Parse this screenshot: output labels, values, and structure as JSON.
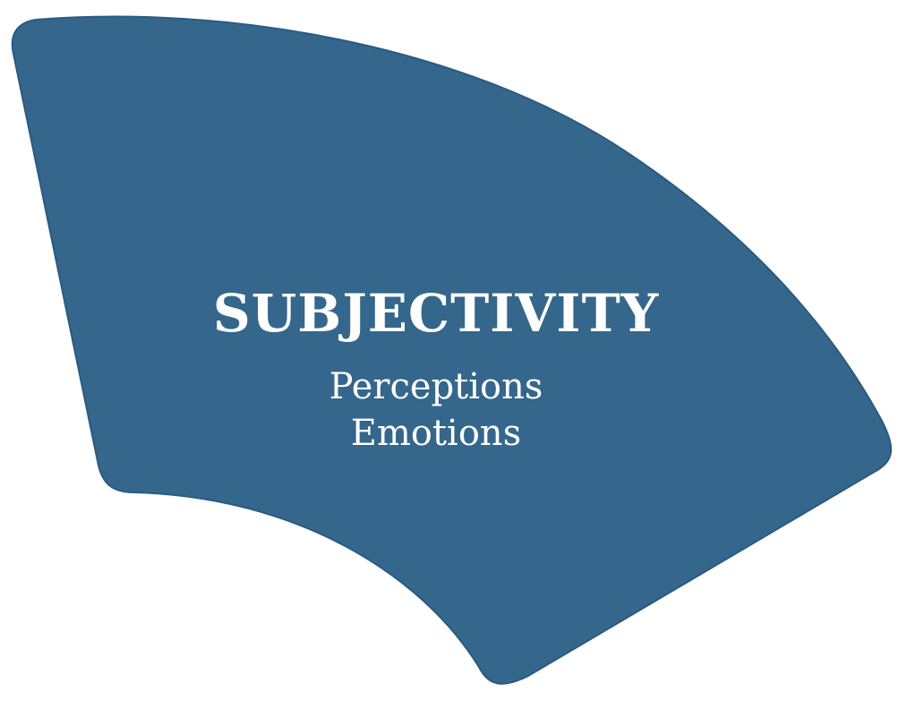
{
  "diagram": {
    "segment": {
      "title": "SUBJECTIVITY",
      "items": [
        "Perceptions",
        "Emotions"
      ],
      "fill_color": "#35668c",
      "edge_color": "#2a5a82",
      "text_color": "#ffffff"
    }
  }
}
